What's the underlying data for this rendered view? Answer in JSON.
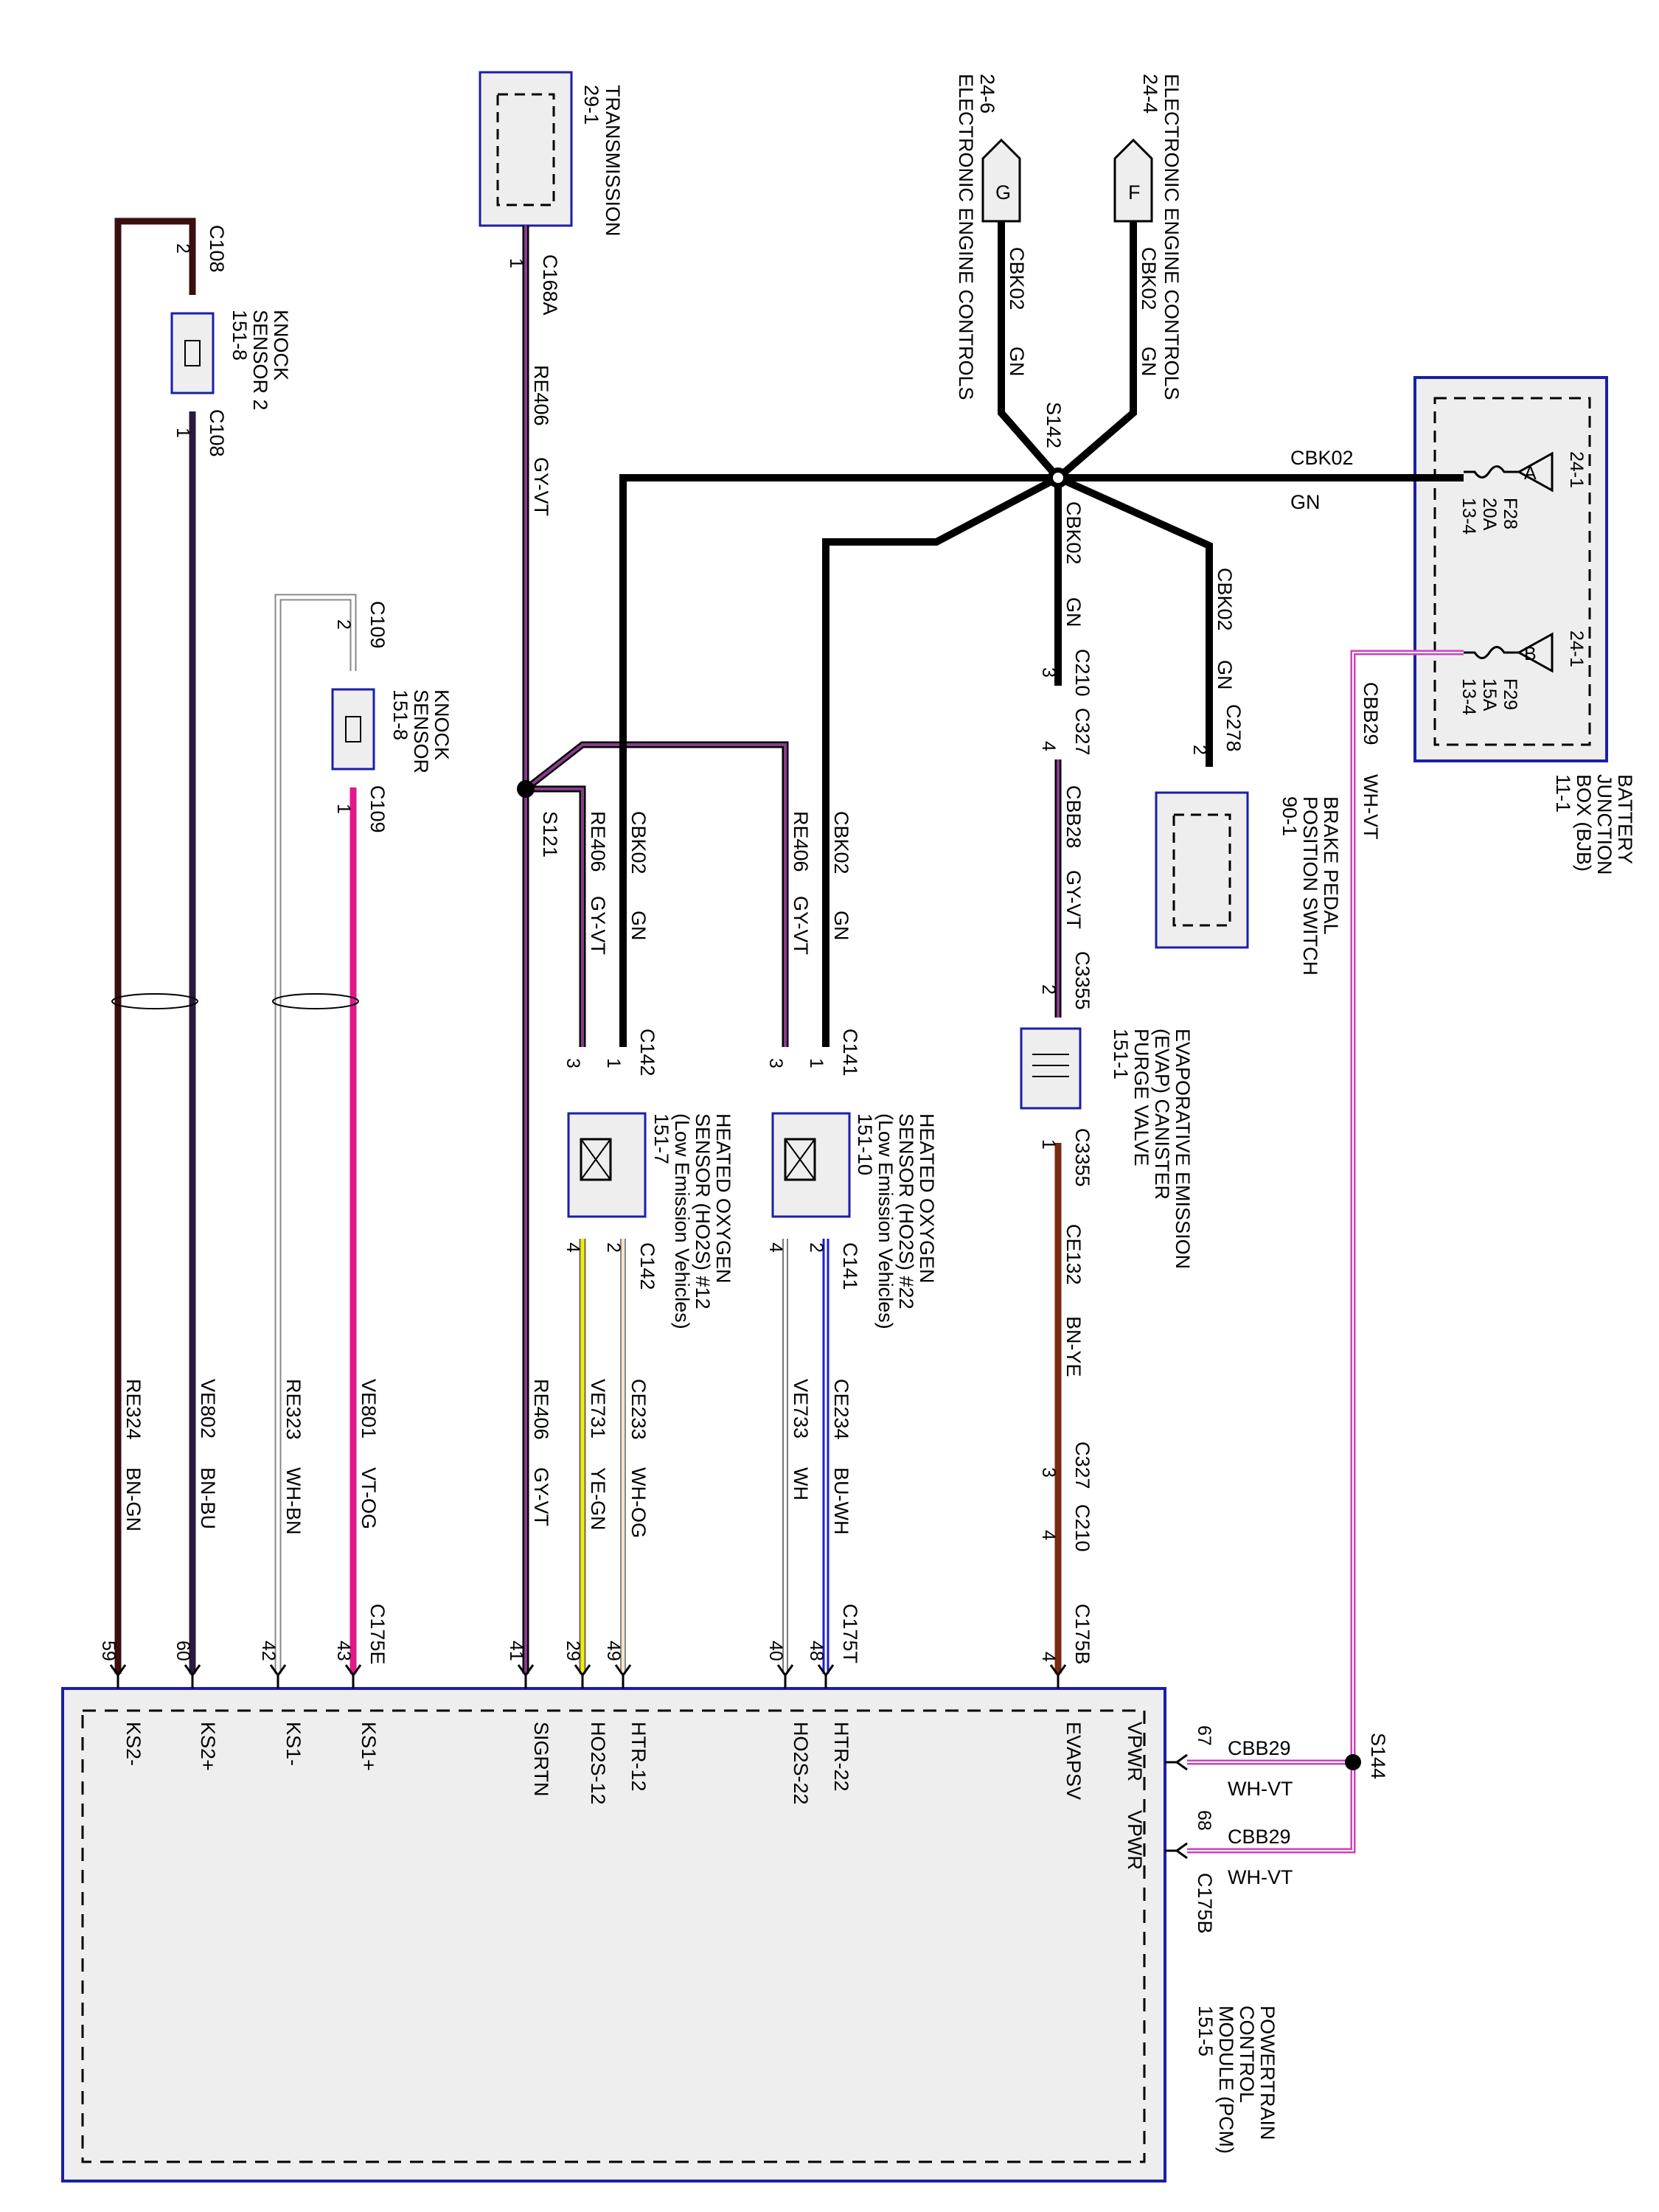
{
  "colors": {
    "module_border": "#1a1fa8",
    "module_fill": "#eeeeee",
    "black": "#000000",
    "gy_vt": "#8b3a8f",
    "vt_og": "#e0198c",
    "bn_gn": "#3a0f0f",
    "bn_bu": "#2a1a3a",
    "wh_vt": "#d040c0",
    "bu_wh": "#1a1ae0",
    "ye_gn": "#f0f000",
    "bn_ye": "#7a2a10"
  },
  "components": {
    "transmission": {
      "title": "TRANSMISSION",
      "ref": "29-1"
    },
    "eec_g": {
      "title": "ELECTRONIC ENGINE CONTROLS",
      "ref": "24-6",
      "letter": "G"
    },
    "eec_f": {
      "title": "ELECTRONIC ENGINE CONTROLS",
      "ref": "24-4",
      "letter": "F"
    },
    "knock2": {
      "title1": "KNOCK",
      "title2": "SENSOR 2",
      "ref": "151-8"
    },
    "knock1": {
      "title1": "KNOCK",
      "title2": "SENSOR",
      "ref": "151-8"
    },
    "bjb": {
      "t1": "BATTERY",
      "t2": "JUNCTION",
      "t3": "BOX (BJB)",
      "ref": "11-1"
    },
    "brake": {
      "t1": "BRAKE PEDAL",
      "t2": "POSITION SWITCH",
      "ref": "90-1"
    },
    "evap": {
      "t1": "EVAPORATIVE EMISSION",
      "t2": "(EVAP) CANISTER",
      "t3": "PURGE VALVE",
      "ref": "151-1"
    },
    "ho2s22": {
      "t1": "HEATED OXYGEN",
      "t2": "SENSOR (HO2S) #22",
      "t3": "(Low Emission Vehicles)",
      "ref": "151-10"
    },
    "ho2s12": {
      "t1": "HEATED OXYGEN",
      "t2": "SENSOR (HO2S) #12",
      "t3": "(Low Emission Vehicles)",
      "ref": "151-7"
    },
    "pcm": {
      "t1": "POWERTRAIN",
      "t2": "CONTROL",
      "t3": "MODULE (PCM)",
      "ref": "151-5"
    }
  },
  "fuses": {
    "f28": {
      "ref": "24-1",
      "letter": "A",
      "name": "F28",
      "amps": "20A",
      "loc": "13-4"
    },
    "f29": {
      "ref": "24-1",
      "letter": "B",
      "name": "F29",
      "amps": "15A",
      "loc": "13-4"
    }
  },
  "wires": {
    "cbk02": "CBK02",
    "gn": "GN",
    "re406": "RE406",
    "gy_vt": "GY-VT",
    "cbb28": "CBB28",
    "cbb29": "CBB29",
    "wh_vt": "WH-VT",
    "ce132": "CE132",
    "bn_ye": "BN-YE",
    "re324": "RE324",
    "bn_gn": "BN-GN",
    "ve802": "VE802",
    "bn_bu": "BN-BU",
    "re323": "RE323",
    "wh_bn": "WH-BN",
    "ve801": "VE801",
    "vt_og": "VT-OG",
    "ve731": "VE731",
    "ye_gn": "YE-GN",
    "ce233": "CE233",
    "wh_og": "WH-OG",
    "ve733": "VE733",
    "wh": "WH",
    "ce234": "CE234",
    "bu_wh": "BU-WH"
  },
  "connectors": {
    "c108": "C108",
    "c109": "C109",
    "c168a": "C168A",
    "s121": "S121",
    "s142": "S142",
    "s144": "S144",
    "c142": "C142",
    "c141": "C141",
    "c210": "C210",
    "c327": "C327",
    "c278": "C278",
    "c3355": "C3355",
    "c175e": "C175E",
    "c175t": "C175T",
    "c175b": "C175B"
  },
  "pins": {
    "p1": "1",
    "p2": "2",
    "p3": "3",
    "p4": "4",
    "p59": "59",
    "p60": "60",
    "p42": "42",
    "p43": "43",
    "p41": "41",
    "p29": "29",
    "p49": "49",
    "p40": "40",
    "p48": "48",
    "p67": "67",
    "p68": "68"
  },
  "pcm_pins": {
    "ks2m": "KS2-",
    "ks2p": "KS2+",
    "ks1m": "KS1-",
    "ks1p": "KS1+",
    "sigrtn": "SIGRTN",
    "ho2s12": "HO2S-12",
    "htr12": "HTR-12",
    "ho2s22": "HO2S-22",
    "htr22": "HTR-22",
    "evapsv": "EVAPSV",
    "vpwr": "VPWR"
  }
}
